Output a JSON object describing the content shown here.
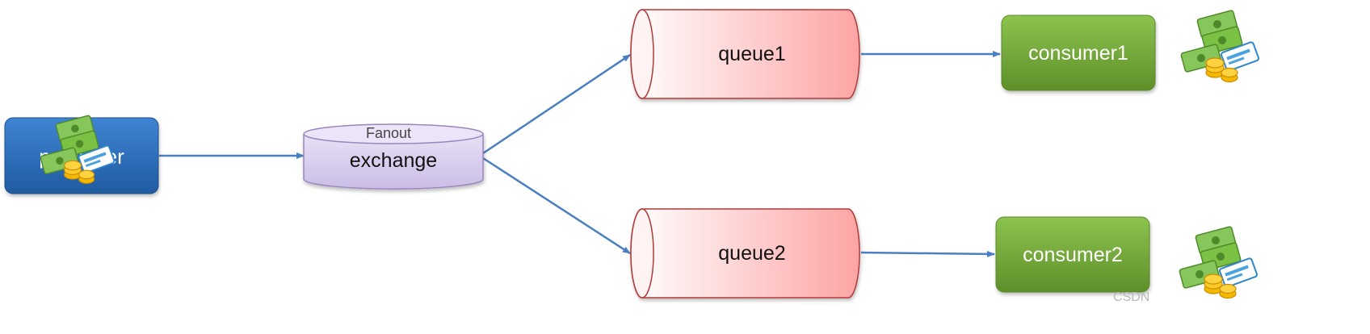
{
  "nodes": {
    "publisher": {
      "label": "publisher"
    },
    "exchange": {
      "type_label": "Fanout",
      "label": "exchange"
    },
    "queue1": {
      "label": "queue1"
    },
    "queue2": {
      "label": "queue2"
    },
    "consumer1": {
      "label": "consumer1"
    },
    "consumer2": {
      "label": "consumer2"
    }
  },
  "icons": {
    "publisher_icon": "money-icon",
    "consumer1_icon": "money-icon",
    "consumer2_icon": "money-icon"
  },
  "colors": {
    "publisher": "#2e6fb8",
    "exchange": "#dcd0ee",
    "queue": "#fdb0b0",
    "consumer": "#74a53a",
    "arrow": "#4a7fc1",
    "money": "#7bc143",
    "coin": "#f5b800",
    "card": "#4aa3df"
  },
  "watermark": {
    "text": "CSDN"
  }
}
